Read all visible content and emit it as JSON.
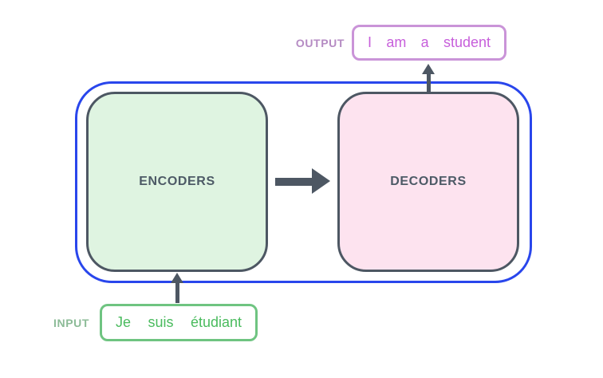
{
  "diagram": {
    "title_hint": "transformer-encoder-decoder-overview",
    "output": {
      "label": "OUTPUT",
      "words": [
        "I",
        "am",
        "a",
        "student"
      ]
    },
    "input": {
      "label": "INPUT",
      "words": [
        "Je",
        "suis",
        "étudiant"
      ]
    },
    "encoders": {
      "label": "ENCODERS"
    },
    "decoders": {
      "label": "DECODERS"
    },
    "colors": {
      "container_border": "#2946ec",
      "box_border": "#4d5763",
      "block_label_color": "#4d5a66",
      "encoder_fill": "#dff4e1",
      "decoder_fill": "#fde3ef",
      "arrow_color": "#4d5763",
      "output_border": "#ca94d8",
      "output_text": "#c75fdb",
      "output_label_color": "#b58bc3",
      "input_border": "#6fc481",
      "input_text": "#4abb5e",
      "input_label_color": "#8cbb97"
    }
  }
}
